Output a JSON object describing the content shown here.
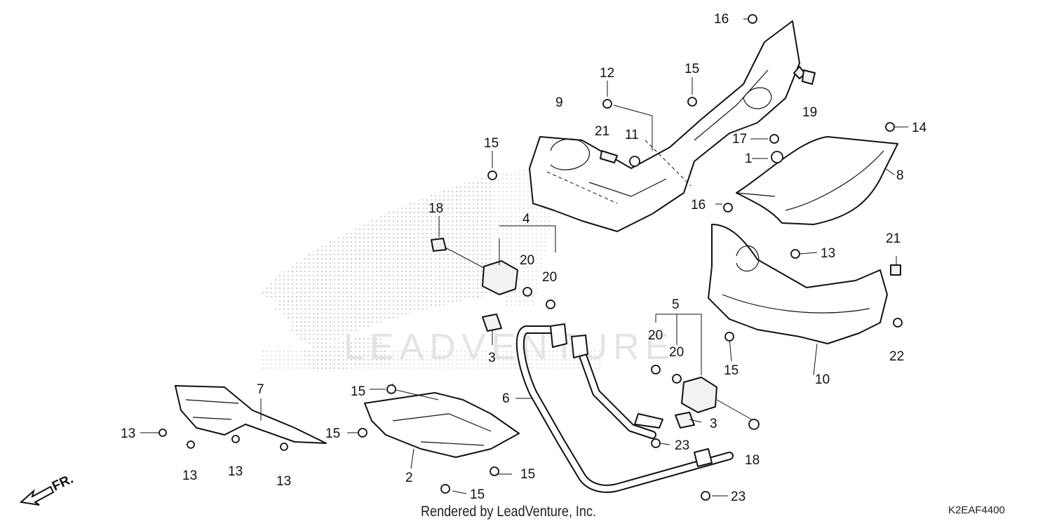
{
  "watermark_text": "LEADVENTURE",
  "direction_label": "FR.",
  "footer": {
    "rendered_by": "Rendered by LeadVenture, Inc.",
    "diagram_code": "K2EAF4400"
  },
  "callouts": {
    "c16a": "16",
    "c12": "12",
    "c15a": "15",
    "c19": "19",
    "c9": "9",
    "c21a": "21",
    "c11": "11",
    "c15b": "15",
    "c17": "17",
    "c14": "14",
    "c1": "1",
    "c8": "8",
    "c16b": "16",
    "c18a": "18",
    "c4": "4",
    "c20a": "20",
    "c20b": "20",
    "c13a": "13",
    "c21b": "21",
    "c3a": "3",
    "c5": "5",
    "c20c": "20",
    "c20d": "20",
    "c22": "22",
    "c15c": "15",
    "c10": "10",
    "c7": "7",
    "c15d": "15",
    "c6": "6",
    "c3b": "3",
    "c15e": "15",
    "c13b": "13",
    "c23a": "23",
    "c18b": "18",
    "c13c": "13",
    "c13d": "13",
    "c13e": "13",
    "c2": "2",
    "c15f": "15",
    "c15g": "15",
    "c23b": "23"
  }
}
